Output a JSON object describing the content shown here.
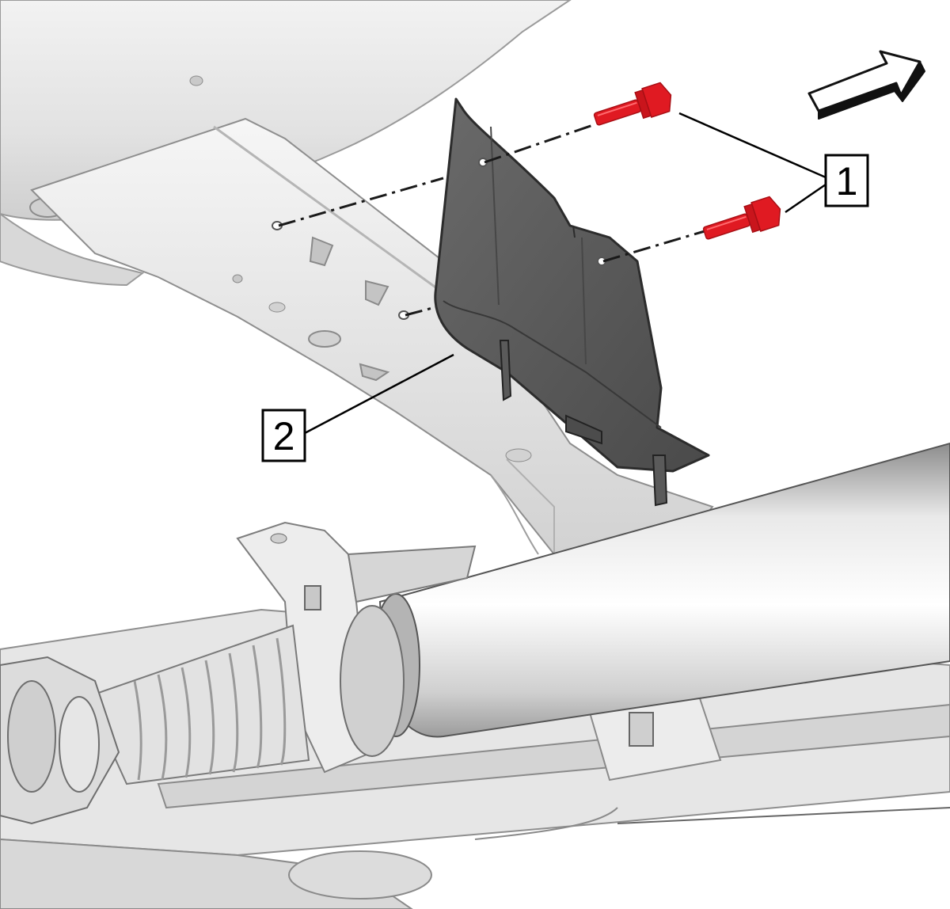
{
  "callouts": [
    {
      "id": "1",
      "label": "1"
    },
    {
      "id": "2",
      "label": "2"
    }
  ],
  "colors": {
    "bolt": "#e01a22",
    "bolt_shadow": "#a80f15",
    "bracket": "#5c5c5c",
    "bracket_dark": "#3e3e3e",
    "metal_light": "#ebebeb",
    "metal_mid": "#c9c9c9",
    "metal_dark": "#9a9a9a",
    "outline": "#1a1a1a"
  },
  "icons": {
    "direction_arrow": "forward-arrow-icon",
    "bolt": "bolt-icon"
  }
}
